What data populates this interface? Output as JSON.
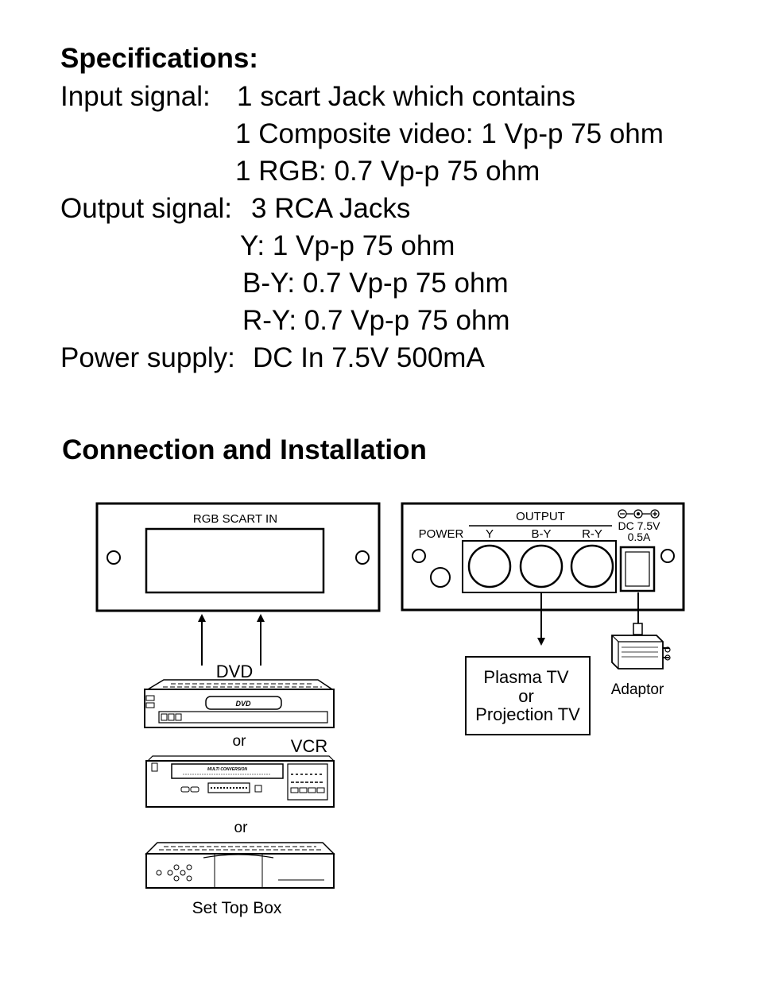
{
  "specifications": {
    "title": "Specifications:",
    "input_label": "Input signal:",
    "input_value": "1 scart Jack which contains",
    "input_composite": "1 Composite video: 1 Vp-p 75 ohm",
    "input_rgb": "1 RGB: 0.7 Vp-p 75 ohm",
    "output_label": "Output signal:",
    "output_value": "3 RCA Jacks",
    "output_y": "Y: 1 Vp-p 75 ohm",
    "output_by": "B-Y: 0.7 Vp-p 75 ohm",
    "output_ry": "R-Y: 0.7 Vp-p 75 ohm",
    "power_label": "Power supply:",
    "power_value": "DC In 7.5V 500mA"
  },
  "connection": {
    "title": "Connection and Installation",
    "front_panel": {
      "label": "RGB SCART IN"
    },
    "rear_panel": {
      "power_label": "POWER",
      "output_label": "OUTPUT",
      "jack_labels": [
        "Y",
        "B-Y",
        "R-Y"
      ],
      "dc_label": "DC 7.5V",
      "dc_current": "0.5A"
    },
    "sources": {
      "dvd_label": "DVD",
      "dvd_face_label": "DVD",
      "or_1": "or",
      "vcr_label": "VCR",
      "vcr_face_label": "MULTI CONVERSION",
      "or_2": "or",
      "stb_label": "Set Top Box"
    },
    "tv_box": {
      "line1": "Plasma TV",
      "line2": "or",
      "line3": "Projection TV"
    },
    "adaptor_label": "Adaptor"
  }
}
